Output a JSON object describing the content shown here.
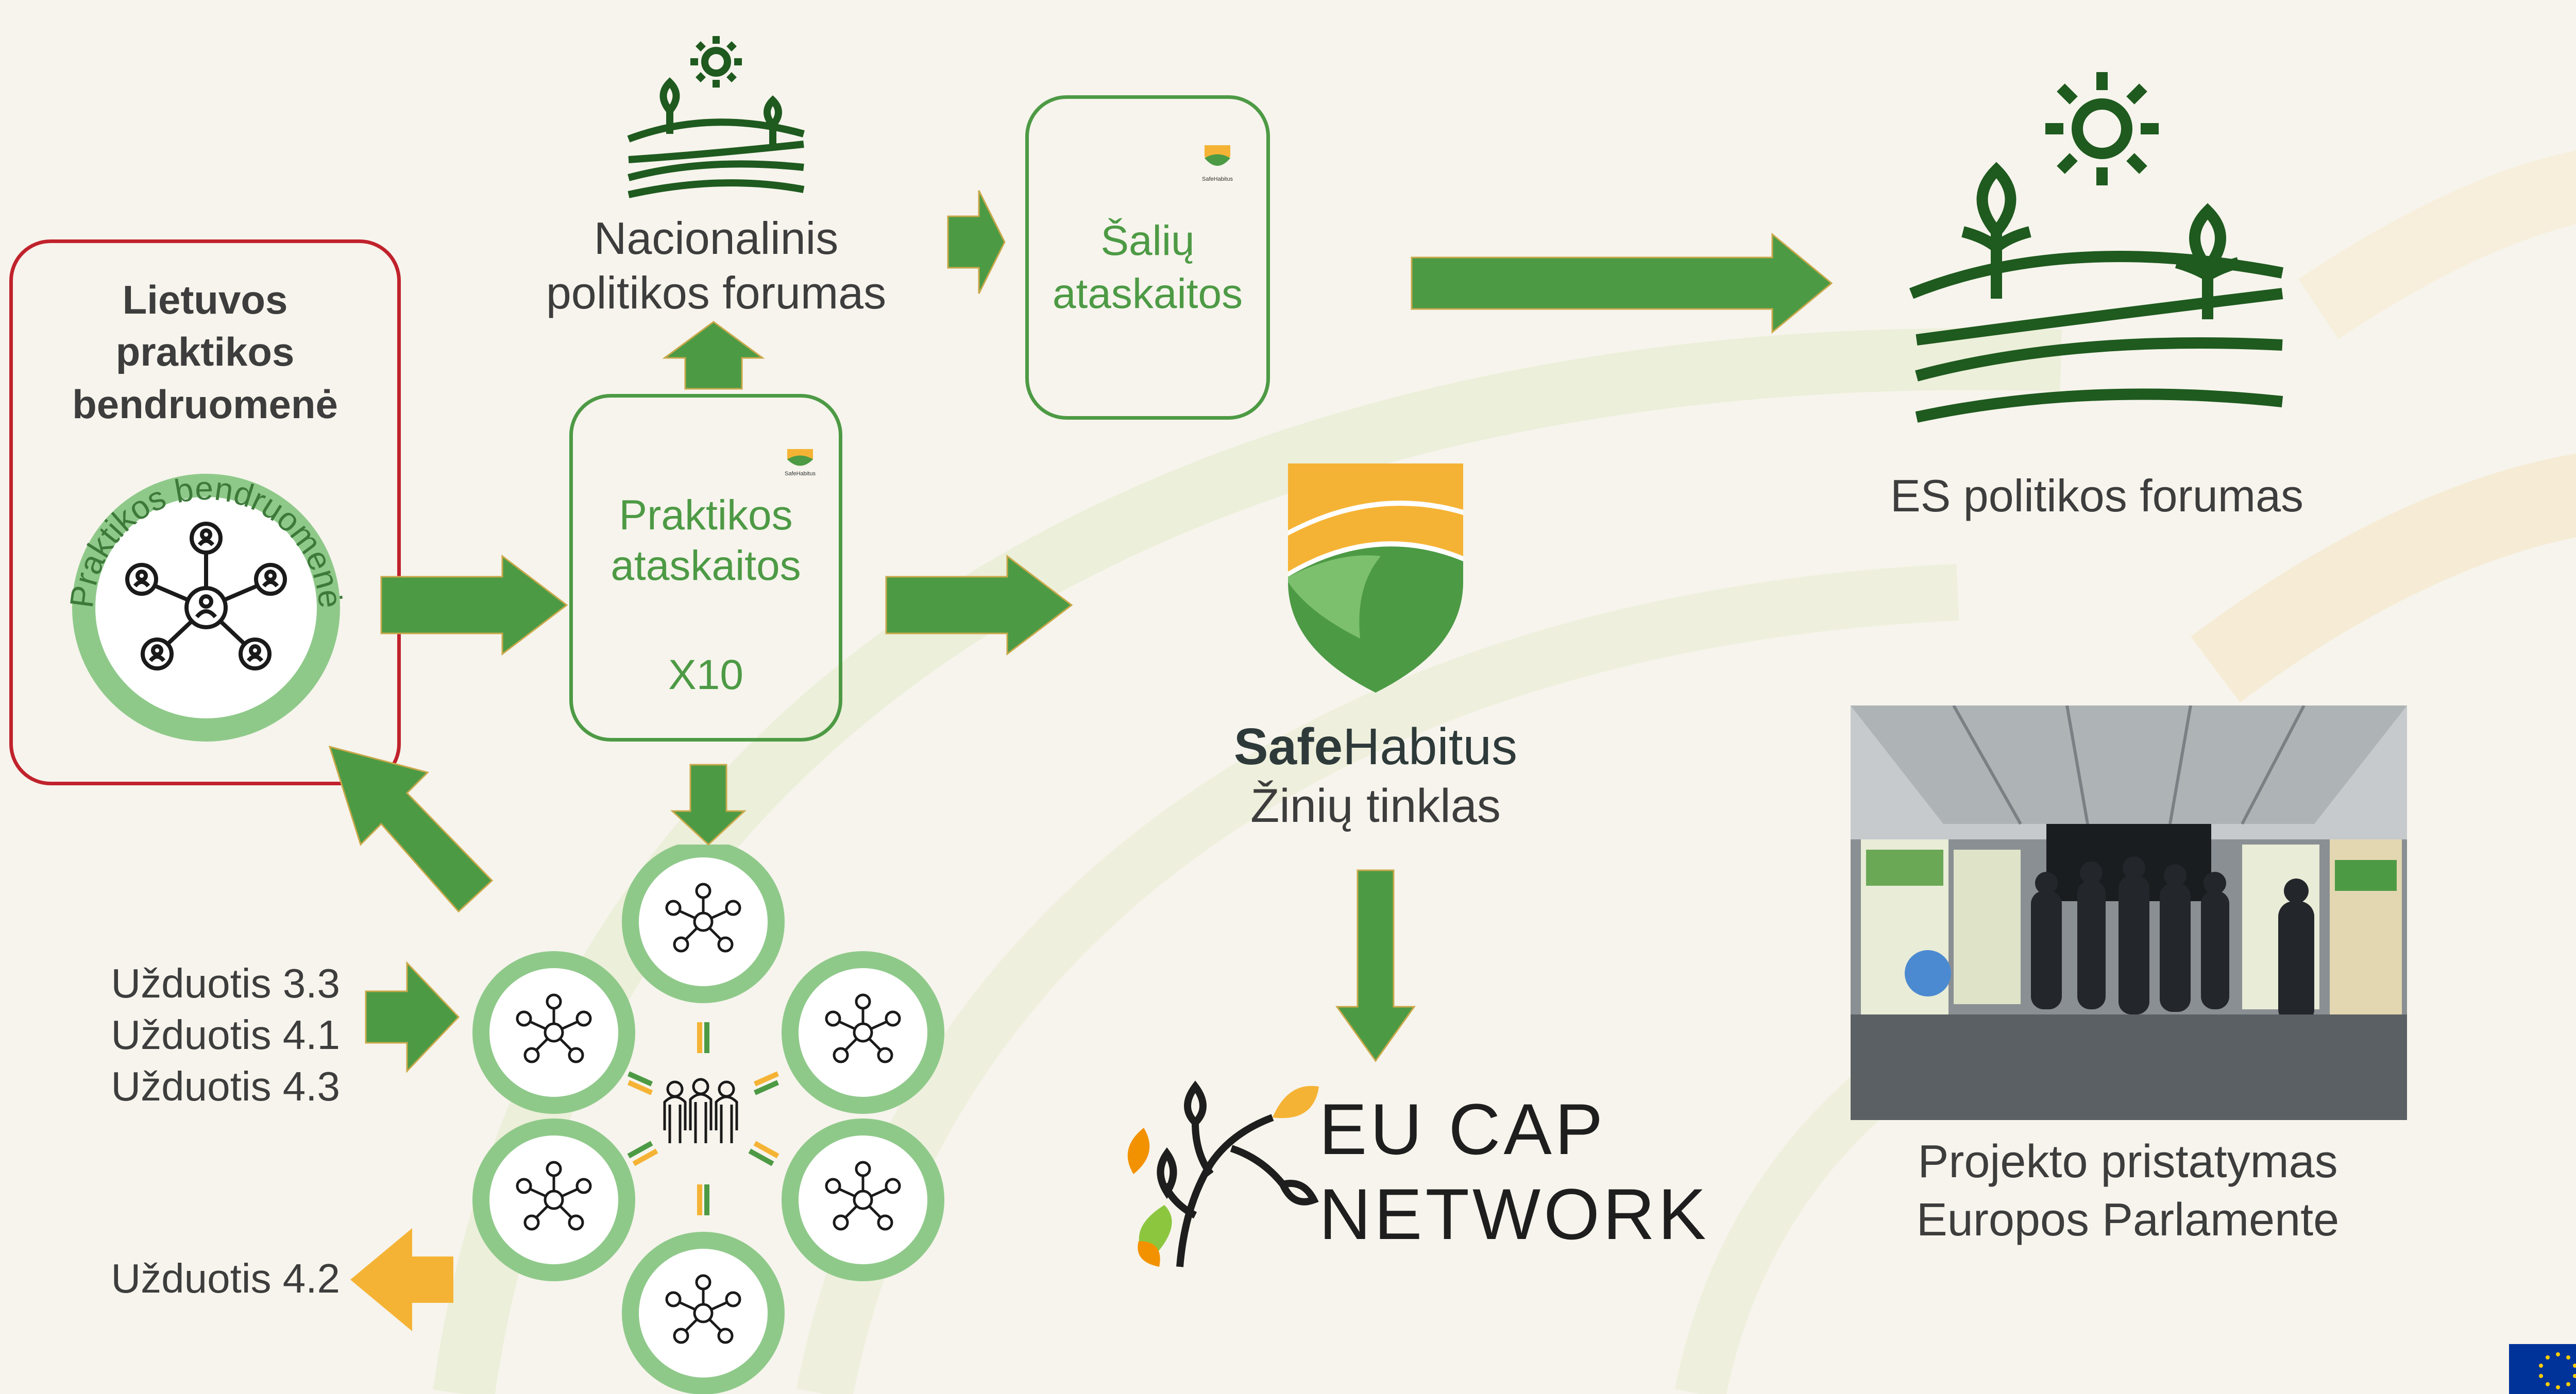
{
  "community_box": {
    "title_lines": [
      "Lietuvos",
      "praktikos",
      "bendruomenė"
    ],
    "ring_label": "Praktikos bendruomenė"
  },
  "national_forum": {
    "line1": "Nacionalinis",
    "line2": "politikos forumas"
  },
  "practice_reports": {
    "line1": "Praktikos",
    "line2": "ataskaitos",
    "count": "X10"
  },
  "country_reports": {
    "line1": "Šalių",
    "line2": "ataskaitos"
  },
  "eu_forum": {
    "label": "ES politikos forumas"
  },
  "safehabitus": {
    "brand_bold": "Safe",
    "brand_light": "Habitus",
    "subtitle": "Žinių tinklas",
    "mini_logo_text": "SafeHabitus"
  },
  "eu_cap": {
    "line1": "EU CAP",
    "line2": "NETWORK"
  },
  "tasks": {
    "task_3_3": "Užduotis 3.3",
    "task_4_1": "Užduotis 4.1",
    "task_4_3": "Užduotis 4.3",
    "task_4_2": "Užduotis 4.2"
  },
  "photo": {
    "caption_line1": "Projekto pristatymas",
    "caption_line2": "Europos Parlamente"
  },
  "colors": {
    "green": "#4d9a45",
    "light_green": "#8fc98a",
    "dark_green": "#1f5a1f",
    "yellow": "#f5b335",
    "red_border": "#c0222c",
    "text": "#3d3d3d",
    "eu_blue": "#003399"
  }
}
